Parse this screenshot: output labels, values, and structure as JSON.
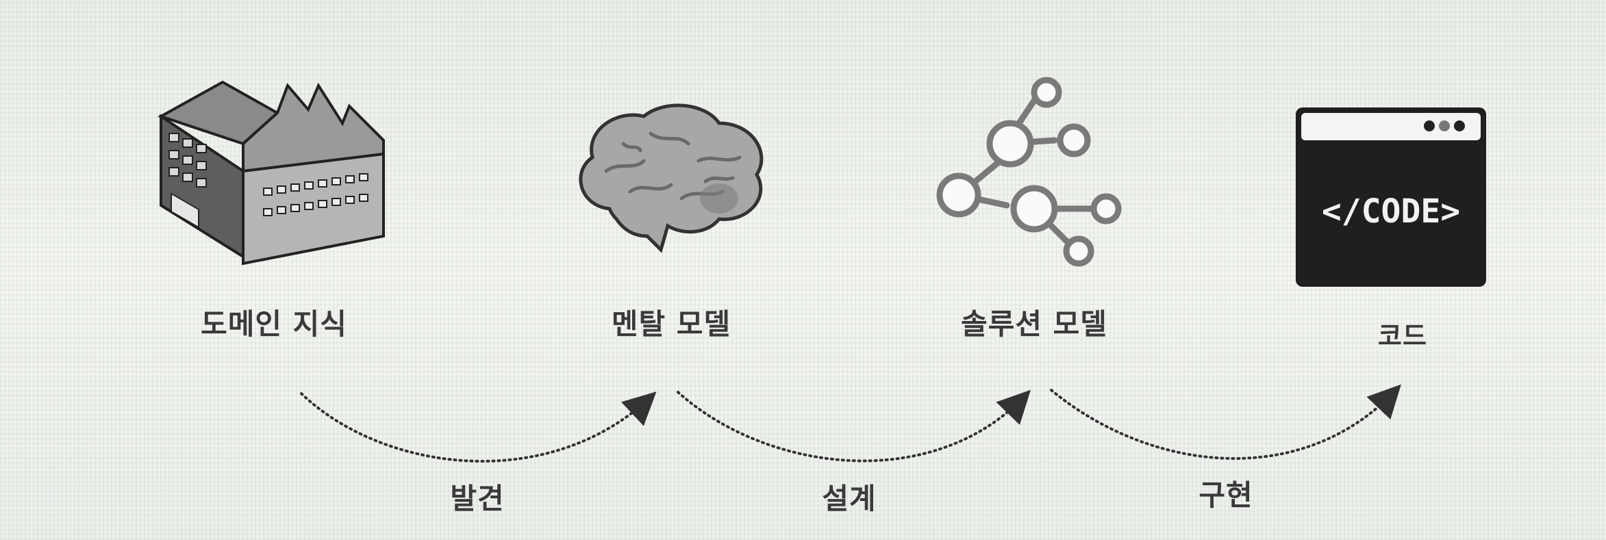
{
  "nodes": [
    {
      "id": "domain",
      "label": "도메인 지식",
      "icon": "factory-icon"
    },
    {
      "id": "mental",
      "label": "멘탈 모델",
      "icon": "brain-icon"
    },
    {
      "id": "solution",
      "label": "솔루션 모델",
      "icon": "network-graph-icon"
    },
    {
      "id": "code",
      "label": "코드",
      "icon": "code-window-icon",
      "icon_text": "</CODE>"
    }
  ],
  "transitions": [
    {
      "label": "발견"
    },
    {
      "label": "설계"
    },
    {
      "label": "구현"
    }
  ],
  "colors": {
    "icon_fill": "#9a9a9a",
    "icon_dark": "#222222",
    "text": "#3a3a3a",
    "arc": "#333333"
  }
}
